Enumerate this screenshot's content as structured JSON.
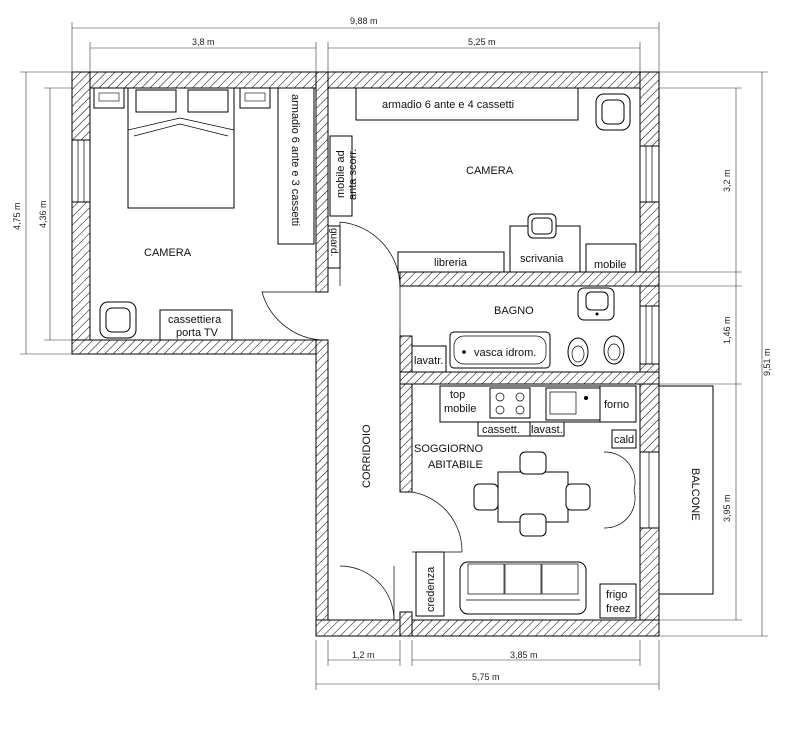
{
  "dimensions": {
    "total_width": "9,88 m",
    "left_room_width": "3,8 m",
    "right_room_width": "5,25 m",
    "left_height_outer": "4,75 m",
    "left_height_inner": "4,36 m",
    "right_upper": "3,2 m",
    "right_middle": "1,46 m",
    "right_lower": "3,95 m",
    "right_total": "9,51 m",
    "bottom_corridor": "1,2 m",
    "bottom_room": "3,85 m",
    "bottom_total": "5,75 m"
  },
  "rooms": {
    "camera_left": "CAMERA",
    "camera_right": "CAMERA",
    "bagno": "BAGNO",
    "corridoio": "CORRIDOIO",
    "soggiorno_1": "SOGGIORNO",
    "soggiorno_2": "ABITABILE",
    "balcone": "BALCONE"
  },
  "furniture": {
    "armadio_left": "armadio 6 ante e 3 cassetti",
    "mobile_scorr_1": "mobile ad",
    "mobile_scorr_2": "anta scorr.",
    "guard": "guard.",
    "cassettiera_1": "cassettiera",
    "cassettiera_2": "porta TV",
    "armadio_right": "armadio 6 ante e 4 cassetti",
    "libreria": "libreria",
    "scrivania": "scrivania",
    "mobile": "mobile",
    "vasca": "vasca idrom.",
    "lavatr": "lavatr.",
    "top_1": "top",
    "top_2": "mobile",
    "cassett": "cassett.",
    "lavast": "lavast.",
    "forno": "forno",
    "cald": "cald",
    "credenza": "credenza",
    "frigo_1": "frigo",
    "frigo_2": "freez"
  }
}
